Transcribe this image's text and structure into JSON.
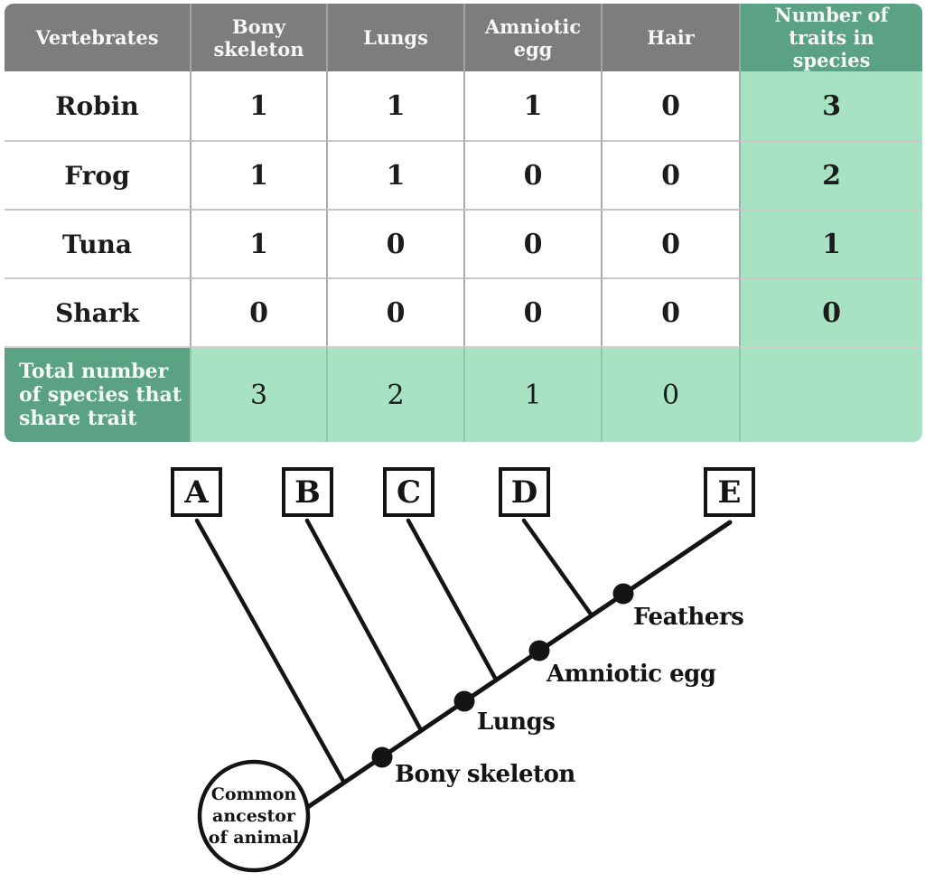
{
  "table": {
    "columns": [
      "Vertebrates",
      "Bony skeleton",
      "Lungs",
      "Amniotic egg",
      "Hair",
      "Number of traits in species"
    ],
    "rows": [
      {
        "name": "Robin",
        "values": [
          "1",
          "1",
          "1",
          "0"
        ],
        "total": "3"
      },
      {
        "name": "Frog",
        "values": [
          "1",
          "1",
          "0",
          "0"
        ],
        "total": "2"
      },
      {
        "name": "Tuna",
        "values": [
          "1",
          "0",
          "0",
          "0"
        ],
        "total": "1"
      },
      {
        "name": "Shark",
        "values": [
          "0",
          "0",
          "0",
          "0"
        ],
        "total": "0"
      }
    ],
    "footer": {
      "label": "Total number of species that share trait",
      "values": [
        "3",
        "2",
        "1",
        "0"
      ],
      "total": ""
    }
  },
  "cladogram": {
    "tips": [
      "A",
      "B",
      "C",
      "D",
      "E"
    ],
    "node_labels": [
      "Bony skeleton",
      "Lungs",
      "Amniotic egg",
      "Feathers"
    ],
    "root_label": "Common ancestor of animal"
  },
  "colors": {
    "header_gray": "#7d7d7d",
    "header_green": "#5ba184",
    "cell_light_green": "#a7e3c3",
    "line_black": "#141414",
    "text_dark": "#1c1c1c"
  }
}
